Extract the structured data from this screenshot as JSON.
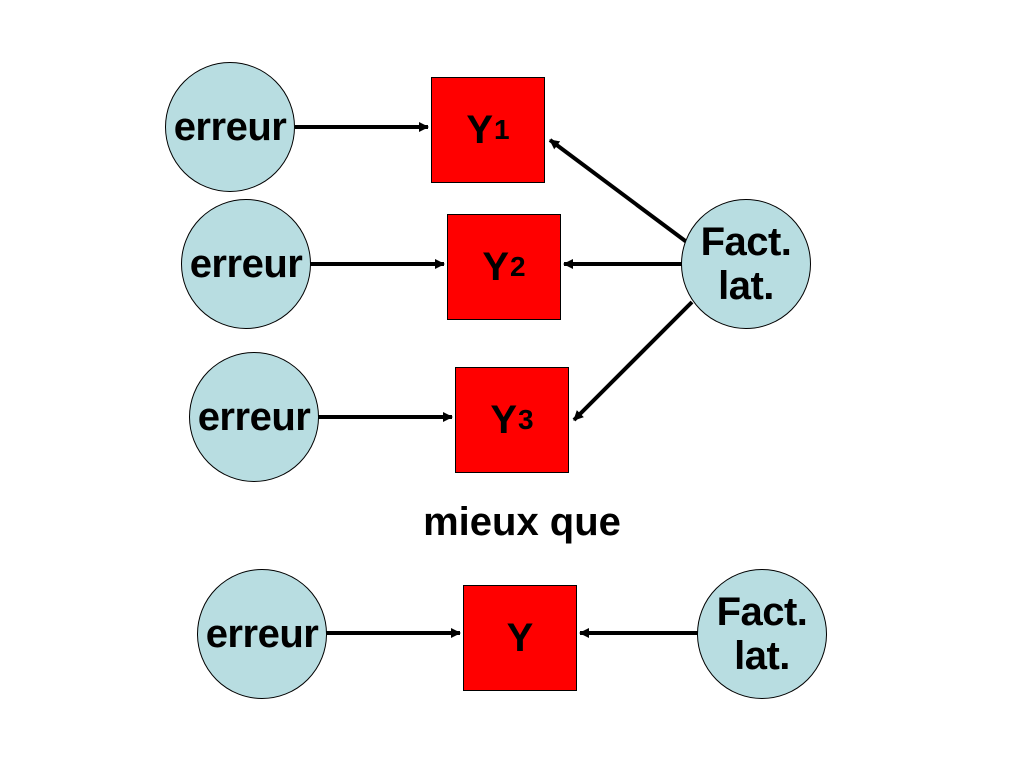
{
  "colors": {
    "circle_fill": "#b8dde1",
    "box_fill": "#ff0000",
    "stroke": "#000000"
  },
  "top_model": {
    "errors": [
      "erreur",
      "erreur",
      "erreur"
    ],
    "indicators": [
      {
        "base": "Y",
        "sub": "1"
      },
      {
        "base": "Y",
        "sub": "2"
      },
      {
        "base": "Y",
        "sub": "3"
      }
    ],
    "latent": "Fact.\nlat."
  },
  "caption": "mieux que",
  "bottom_model": {
    "error": "erreur",
    "indicator": "Y",
    "latent": "Fact.\nlat."
  }
}
